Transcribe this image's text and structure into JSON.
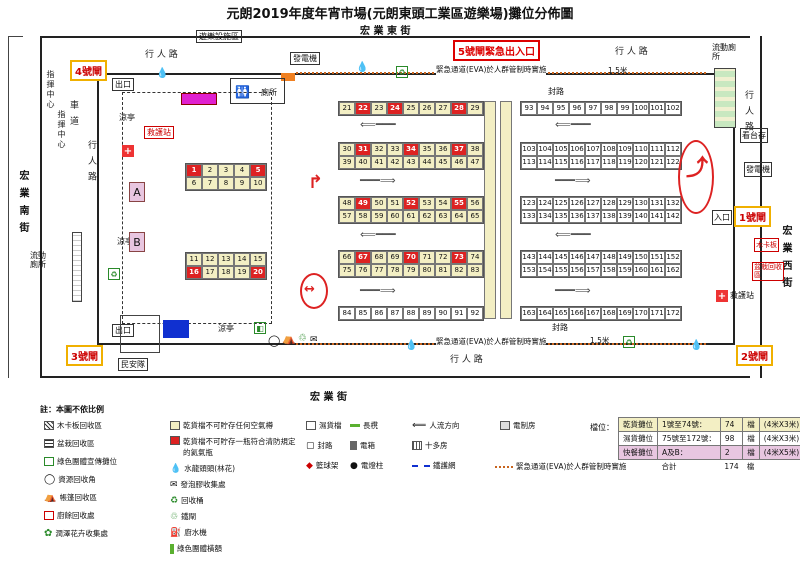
{
  "title": "元朗2019年度年宵市場(元朗東頭工業區遊樂場)攤位分佈圖",
  "streets": {
    "top": "宏 業 東 街",
    "bottom": "宏 業 街",
    "left": "宏 業 南 街",
    "right": "宏 業 西 街"
  },
  "walkways": {
    "top_left": "行 人 路",
    "top_right": "行 人 路",
    "bottom": "行 人 路",
    "left": "行 人 路",
    "right": "行 人 路",
    "left_outer": "車 道",
    "left_far": "指揮中心",
    "left_far2": "指揮中心"
  },
  "gates": {
    "g1": "1號閘",
    "g2": "2號閘",
    "g3": "3號閘",
    "g4": "4號閘",
    "g5": "5號閘緊急出入口"
  },
  "labels": {
    "games_area": "遊樂設施區",
    "generator_top": "發電機",
    "generator_right": "發電機",
    "toilet": "廁所",
    "stage": "看台存",
    "mobile_toilet_tr": "流動廁所",
    "mobile_toilet_left": "流動廁所",
    "first_aid_left": "救護站",
    "first_aid_right": "救護站",
    "pavilion_left": "涼亭",
    "pavilion_left2": "涼亭",
    "pavilion_bottom": "涼亭",
    "exit_tl": "出口",
    "exit_bl": "出口",
    "exit_r": "入口",
    "police": "民安隊",
    "seal_top": "封路",
    "seal_bottom": "封路",
    "eva_top": "緊急通道(EVA)於人群管制時實施",
    "eva_bottom": "緊急通道(EVA)於人群管制時實施",
    "dist_top": "1.5米",
    "dist_bottom": "1.5米",
    "zone_a": "A",
    "zone_b": "B",
    "right_box1": "木卡板",
    "right_box2": "盆栽回收區"
  },
  "stalls": {
    "block1_row1": [
      {
        "n": "1",
        "r": true
      },
      {
        "n": "2",
        "r": false
      },
      {
        "n": "3",
        "r": false
      },
      {
        "n": "4",
        "r": false
      },
      {
        "n": "5",
        "r": true
      }
    ],
    "block1_row2": [
      {
        "n": "6",
        "r": false
      },
      {
        "n": "7",
        "r": false
      },
      {
        "n": "8",
        "r": false
      },
      {
        "n": "9",
        "r": false
      },
      {
        "n": "10",
        "r": false
      }
    ],
    "block2_row1": [
      {
        "n": "11",
        "r": false
      },
      {
        "n": "12",
        "r": false
      },
      {
        "n": "13",
        "r": false
      },
      {
        "n": "14",
        "r": false
      },
      {
        "n": "15",
        "r": false
      }
    ],
    "block2_row2": [
      {
        "n": "16",
        "r": true
      },
      {
        "n": "17",
        "r": false
      },
      {
        "n": "18",
        "r": false
      },
      {
        "n": "19",
        "r": false
      },
      {
        "n": "20",
        "r": true
      }
    ],
    "mid_r1": [
      {
        "n": "21",
        "r": false
      },
      {
        "n": "22",
        "r": true
      },
      {
        "n": "23",
        "r": false
      },
      {
        "n": "24",
        "r": true
      },
      {
        "n": "25",
        "r": false
      },
      {
        "n": "26",
        "r": false
      },
      {
        "n": "27",
        "r": false
      },
      {
        "n": "28",
        "r": true
      },
      {
        "n": "29",
        "r": false
      }
    ],
    "mid_r2": [
      {
        "n": "30",
        "r": false
      },
      {
        "n": "31",
        "r": true
      },
      {
        "n": "32",
        "r": false
      },
      {
        "n": "33",
        "r": false
      },
      {
        "n": "34",
        "r": true
      },
      {
        "n": "35",
        "r": false
      },
      {
        "n": "36",
        "r": false
      },
      {
        "n": "37",
        "r": true
      },
      {
        "n": "38",
        "r": false
      }
    ],
    "mid_r3": [
      {
        "n": "39",
        "r": false
      },
      {
        "n": "40",
        "r": false
      },
      {
        "n": "41",
        "r": false
      },
      {
        "n": "42",
        "r": false
      },
      {
        "n": "43",
        "r": false
      },
      {
        "n": "44",
        "r": false
      },
      {
        "n": "45",
        "r": false
      },
      {
        "n": "46",
        "r": false
      },
      {
        "n": "47",
        "r": false
      }
    ],
    "mid_r4": [
      {
        "n": "48",
        "r": false
      },
      {
        "n": "49",
        "r": true
      },
      {
        "n": "50",
        "r": false
      },
      {
        "n": "51",
        "r": false
      },
      {
        "n": "52",
        "r": true
      },
      {
        "n": "53",
        "r": false
      },
      {
        "n": "54",
        "r": false
      },
      {
        "n": "55",
        "r": true
      },
      {
        "n": "56",
        "r": false
      }
    ],
    "mid_r5": [
      {
        "n": "57",
        "r": false
      },
      {
        "n": "58",
        "r": false
      },
      {
        "n": "59",
        "r": false
      },
      {
        "n": "60",
        "r": false
      },
      {
        "n": "61",
        "r": false
      },
      {
        "n": "62",
        "r": false
      },
      {
        "n": "63",
        "r": false
      },
      {
        "n": "64",
        "r": false
      },
      {
        "n": "65",
        "r": false
      }
    ],
    "mid_r6": [
      {
        "n": "66",
        "r": false
      },
      {
        "n": "67",
        "r": true
      },
      {
        "n": "68",
        "r": false
      },
      {
        "n": "69",
        "r": false
      },
      {
        "n": "70",
        "r": true
      },
      {
        "n": "71",
        "r": false
      },
      {
        "n": "72",
        "r": false
      },
      {
        "n": "73",
        "r": true
      },
      {
        "n": "74",
        "r": false
      }
    ],
    "mid_r7": [
      {
        "n": "75",
        "r": false
      },
      {
        "n": "76",
        "r": false
      },
      {
        "n": "77",
        "r": false
      },
      {
        "n": "78",
        "r": false
      },
      {
        "n": "79",
        "r": false
      },
      {
        "n": "80",
        "r": false
      },
      {
        "n": "81",
        "r": false
      },
      {
        "n": "82",
        "r": false
      },
      {
        "n": "83",
        "r": false
      }
    ],
    "mid_r8": [
      {
        "n": "84",
        "r": false
      },
      {
        "n": "85",
        "r": false
      },
      {
        "n": "86",
        "r": false
      },
      {
        "n": "87",
        "r": false
      },
      {
        "n": "88",
        "r": false
      },
      {
        "n": "89",
        "r": false
      },
      {
        "n": "90",
        "r": false
      },
      {
        "n": "91",
        "r": false
      },
      {
        "n": "92",
        "r": false
      }
    ],
    "right_r1": [
      "93",
      "94",
      "95",
      "96",
      "97",
      "98",
      "99",
      "100",
      "101",
      "102"
    ],
    "right_r2": [
      "103",
      "104",
      "105",
      "106",
      "107",
      "108",
      "109",
      "110",
      "111",
      "112"
    ],
    "right_r3": [
      "113",
      "114",
      "115",
      "116",
      "117",
      "118",
      "119",
      "120",
      "121",
      "122"
    ],
    "right_r4": [
      "123",
      "124",
      "125",
      "126",
      "127",
      "128",
      "129",
      "130",
      "131",
      "132"
    ],
    "right_r5": [
      "133",
      "134",
      "135",
      "136",
      "137",
      "138",
      "139",
      "140",
      "141",
      "142"
    ],
    "right_r6": [
      "143",
      "144",
      "145",
      "146",
      "147",
      "148",
      "149",
      "150",
      "151",
      "152"
    ],
    "right_r7": [
      "153",
      "154",
      "155",
      "156",
      "157",
      "158",
      "159",
      "160",
      "161",
      "162"
    ],
    "right_r8": [
      "163",
      "164",
      "165",
      "166",
      "167",
      "168",
      "169",
      "170",
      "171",
      "172"
    ]
  },
  "legend": {
    "note": "註：",
    "not_to_scale": "本圖不依比例",
    "col1": [
      "木卡板回收區",
      "盆栽回收區",
      "綠色團體宣傳攤位",
      "資源回收角",
      "帳篷回收區",
      "廚餘回收處",
      "潤澤花卉收集處"
    ],
    "col2": [
      "乾貨檔不可貯存任何空氣樽",
      "乾貨檔不可貯存一瓶符合清防規定的氦氣瓶",
      "水龍頭頭(林花)",
      "發泡膠收集處",
      "回收桶",
      "鐵閘",
      "廚水機",
      "綠色團體橫額"
    ],
    "col3": [
      "濕貨檔",
      "封路",
      "籃球架"
    ],
    "col3b": [
      "長櫈",
      "電箱",
      "電燈柱"
    ],
    "col4": [
      "人流方向",
      "十多房",
      "鐵護網",
      "緊急通道(EVA)於人群管制時實施"
    ],
    "col5": [
      "電制房"
    ],
    "stalls_label": "檔位："
  },
  "summary": {
    "rows": [
      {
        "type": "乾貨攤位",
        "range": "1號至74號：",
        "count": "74",
        "unit": "檔",
        "size": "(4米X3米)",
        "color": "#f3efc4"
      },
      {
        "type": "濕貨攤位",
        "range": "75號至172號：",
        "count": "98",
        "unit": "檔",
        "size": "(4米X3米)",
        "color": "#ffffff"
      },
      {
        "type": "快餐攤位",
        "range": "A及B：",
        "count": "2",
        "unit": "檔",
        "size": "(4米X5米)",
        "color": "#e8c6e0"
      }
    ],
    "total_label": "合計",
    "total": "174",
    "total_unit": "檔"
  },
  "colors": {
    "dry": "#f3efc4",
    "dry_red": "#d22",
    "gate_red": "#e33",
    "magenta": "#e020d0",
    "blue": "#1030d0",
    "eva": "#c8641e"
  }
}
